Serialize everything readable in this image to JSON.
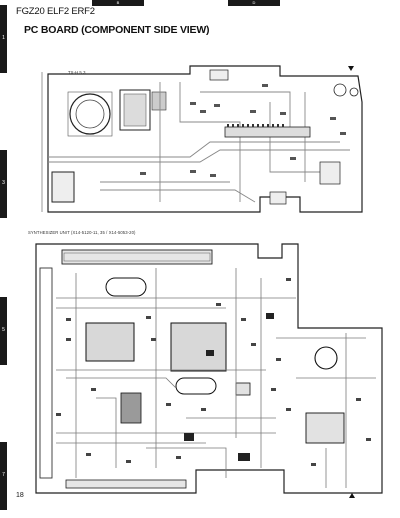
{
  "header": {
    "column_marks": [
      "B",
      "D"
    ],
    "model": "FGZ20 ELF2 ERF2",
    "title": "PC BOARD (COMPONENT SIDE VIEW)"
  },
  "side_marks": [
    "1",
    "3",
    "5",
    "7"
  ],
  "boards": {
    "upper_caption": "TX-H 5 3",
    "lower_caption": "SYNTHESIZER UNIT (X14-5120-11, 35 / X14-5053-20)"
  },
  "footer": {
    "page_number": "18"
  }
}
